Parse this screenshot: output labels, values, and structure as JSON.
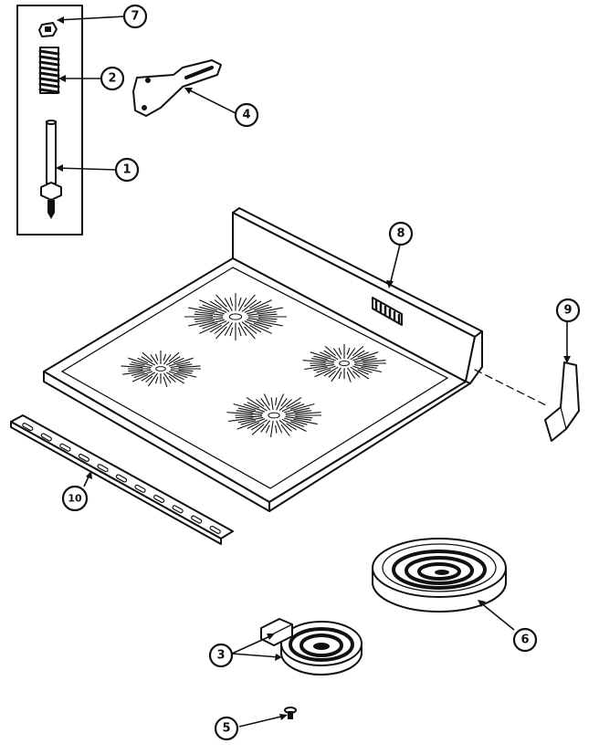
{
  "callouts": {
    "c1": "1",
    "c2": "2",
    "c3": "3",
    "c4": "4",
    "c5": "5",
    "c6": "6",
    "c7": "7",
    "c8": "8",
    "c9": "9",
    "c10": "10"
  },
  "colors": {
    "ink": "#111111",
    "paper": "#ffffff"
  }
}
